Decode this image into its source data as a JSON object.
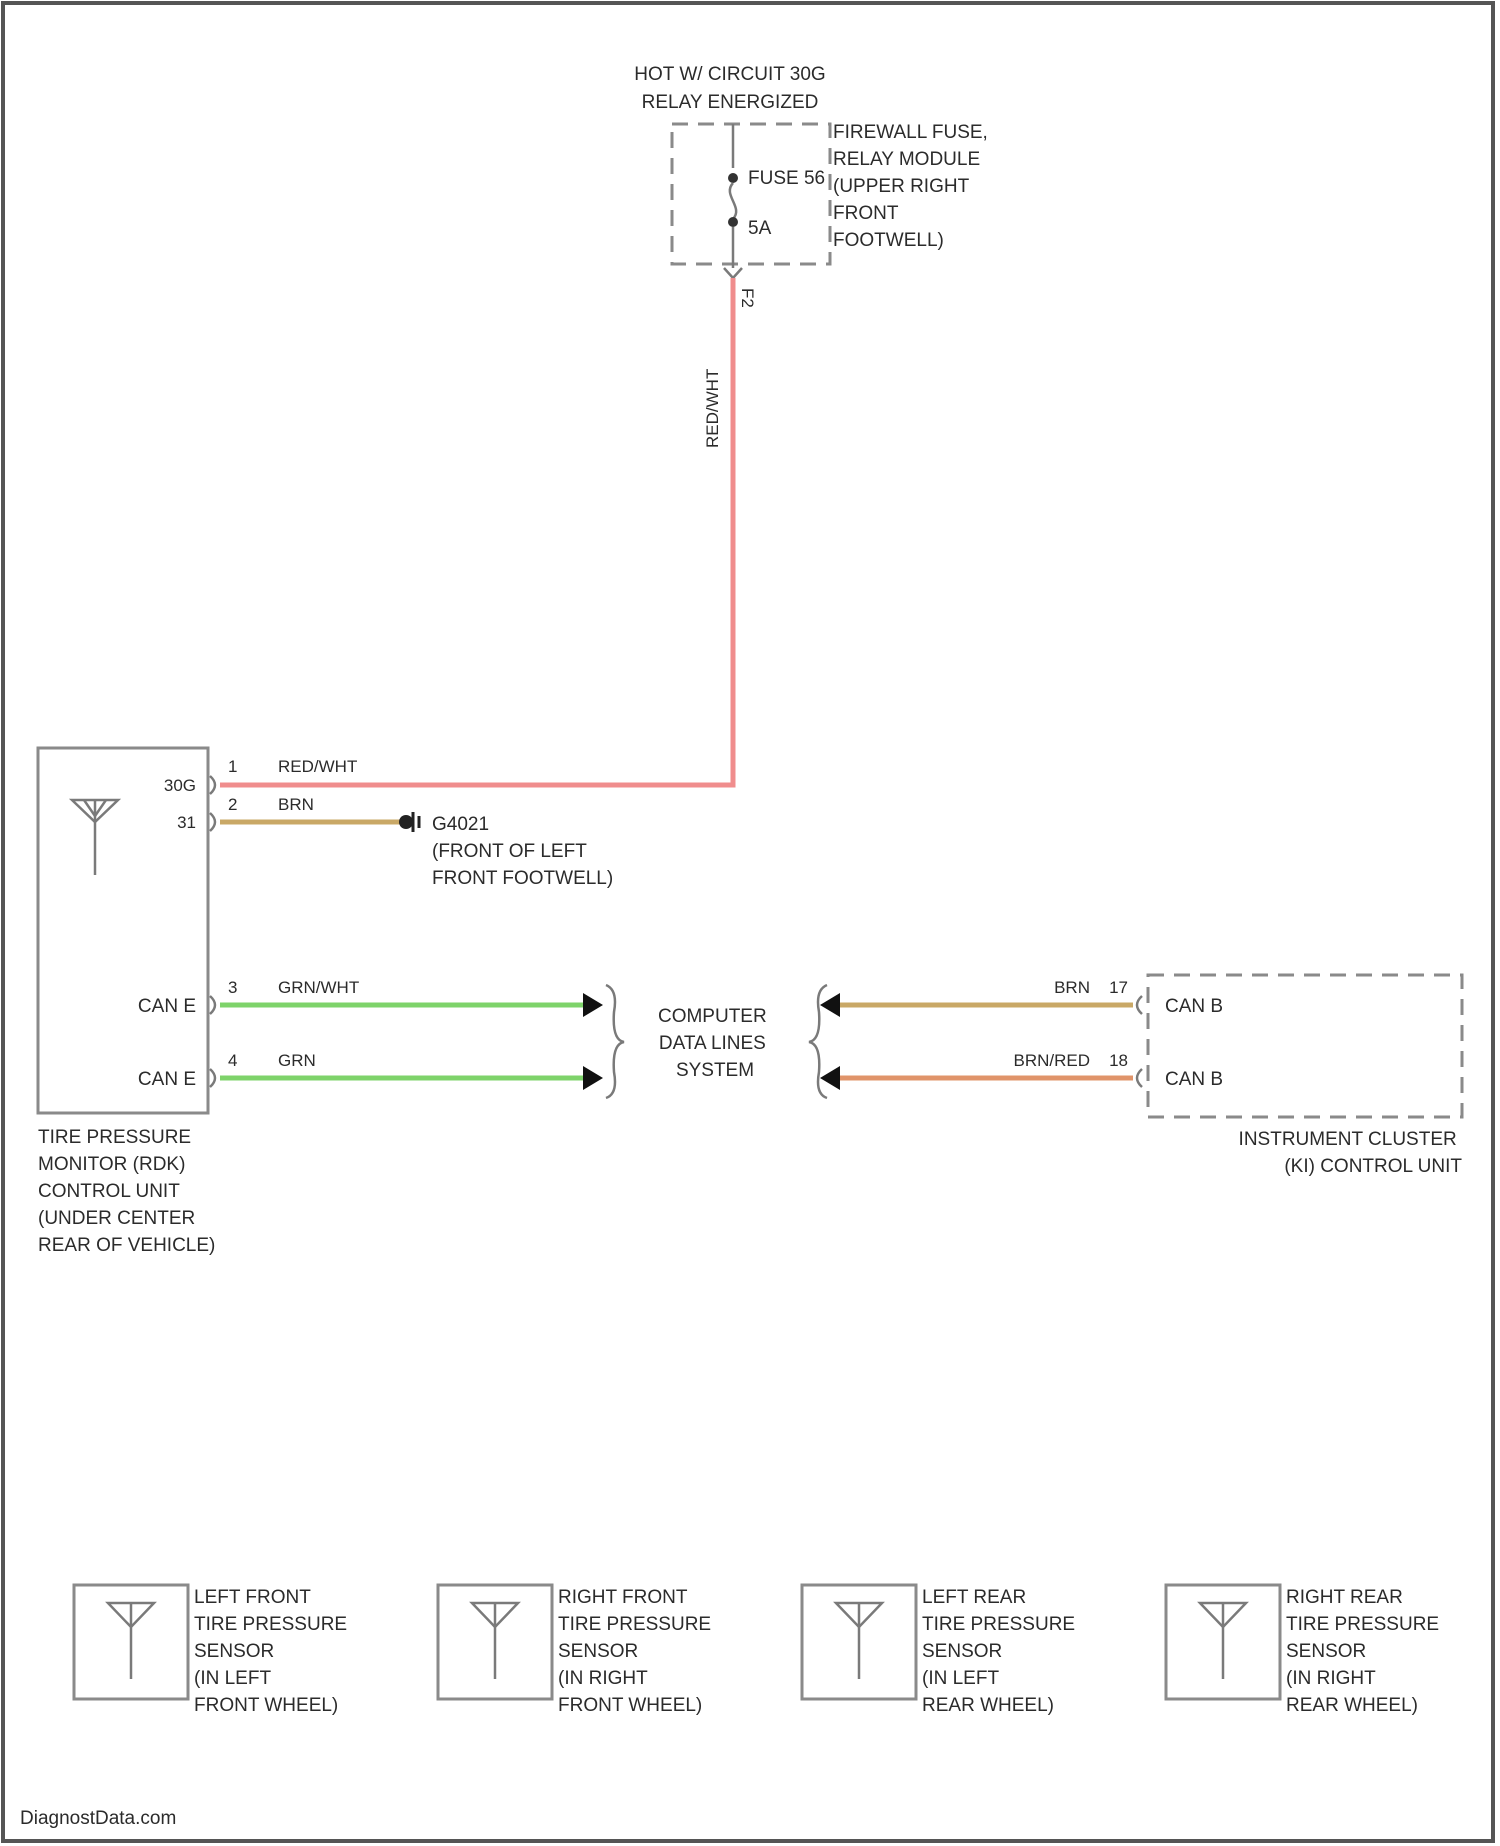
{
  "source": {
    "title_line1": "HOT W/ CIRCUIT 30G",
    "title_line2": "RELAY ENERGIZED",
    "location": [
      "FIREWALL FUSE,",
      "RELAY MODULE",
      "(UPPER RIGHT",
      "FRONT",
      "FOOTWELL)"
    ],
    "fuse_name": "FUSE 56",
    "fuse_rating": "5A",
    "connector_pin": "F2"
  },
  "vertical_wire_color": "RED/WHT",
  "rdk": {
    "pins": [
      {
        "num": "1",
        "terminal": "30G",
        "wire": "RED/WHT"
      },
      {
        "num": "2",
        "terminal": "31",
        "wire": "BRN"
      },
      {
        "num": "3",
        "terminal": "CAN E",
        "wire": "GRN/WHT"
      },
      {
        "num": "4",
        "terminal": "CAN E",
        "wire": "GRN"
      }
    ],
    "ground": [
      "G4021",
      "(FRONT OF LEFT",
      "FRONT FOOTWELL)"
    ],
    "label": [
      "TIRE PRESSURE",
      "MONITOR (RDK)",
      "CONTROL UNIT",
      "(UNDER CENTER",
      "REAR OF VEHICLE)"
    ]
  },
  "data_lines": [
    "COMPUTER",
    "DATA LINES",
    "SYSTEM"
  ],
  "cluster": {
    "pins": [
      {
        "num": "17",
        "terminal": "CAN B",
        "wire": "BRN"
      },
      {
        "num": "18",
        "terminal": "CAN B",
        "wire": "BRN/RED"
      }
    ],
    "label": [
      "INSTRUMENT CLUSTER",
      "(KI) CONTROL UNIT"
    ]
  },
  "sensors": [
    {
      "lines": [
        "LEFT FRONT",
        "TIRE PRESSURE",
        "SENSOR",
        "(IN LEFT",
        "FRONT WHEEL)"
      ]
    },
    {
      "lines": [
        "RIGHT FRONT",
        "TIRE PRESSURE",
        "SENSOR",
        "(IN RIGHT",
        "FRONT WHEEL)"
      ]
    },
    {
      "lines": [
        "LEFT REAR",
        "TIRE PRESSURE",
        "SENSOR",
        "(IN LEFT",
        "REAR WHEEL)"
      ]
    },
    {
      "lines": [
        "RIGHT REAR",
        "TIRE PRESSURE",
        "SENSOR",
        "(IN RIGHT",
        "REAR WHEEL)"
      ]
    }
  ],
  "watermark": "DiagnostData.com",
  "colors": {
    "red_wht": "#f08d8d",
    "brn": "#c9a866",
    "grn": "#7ed36a",
    "brn_red": "#e0946a",
    "frame": "#8a8a8a"
  }
}
